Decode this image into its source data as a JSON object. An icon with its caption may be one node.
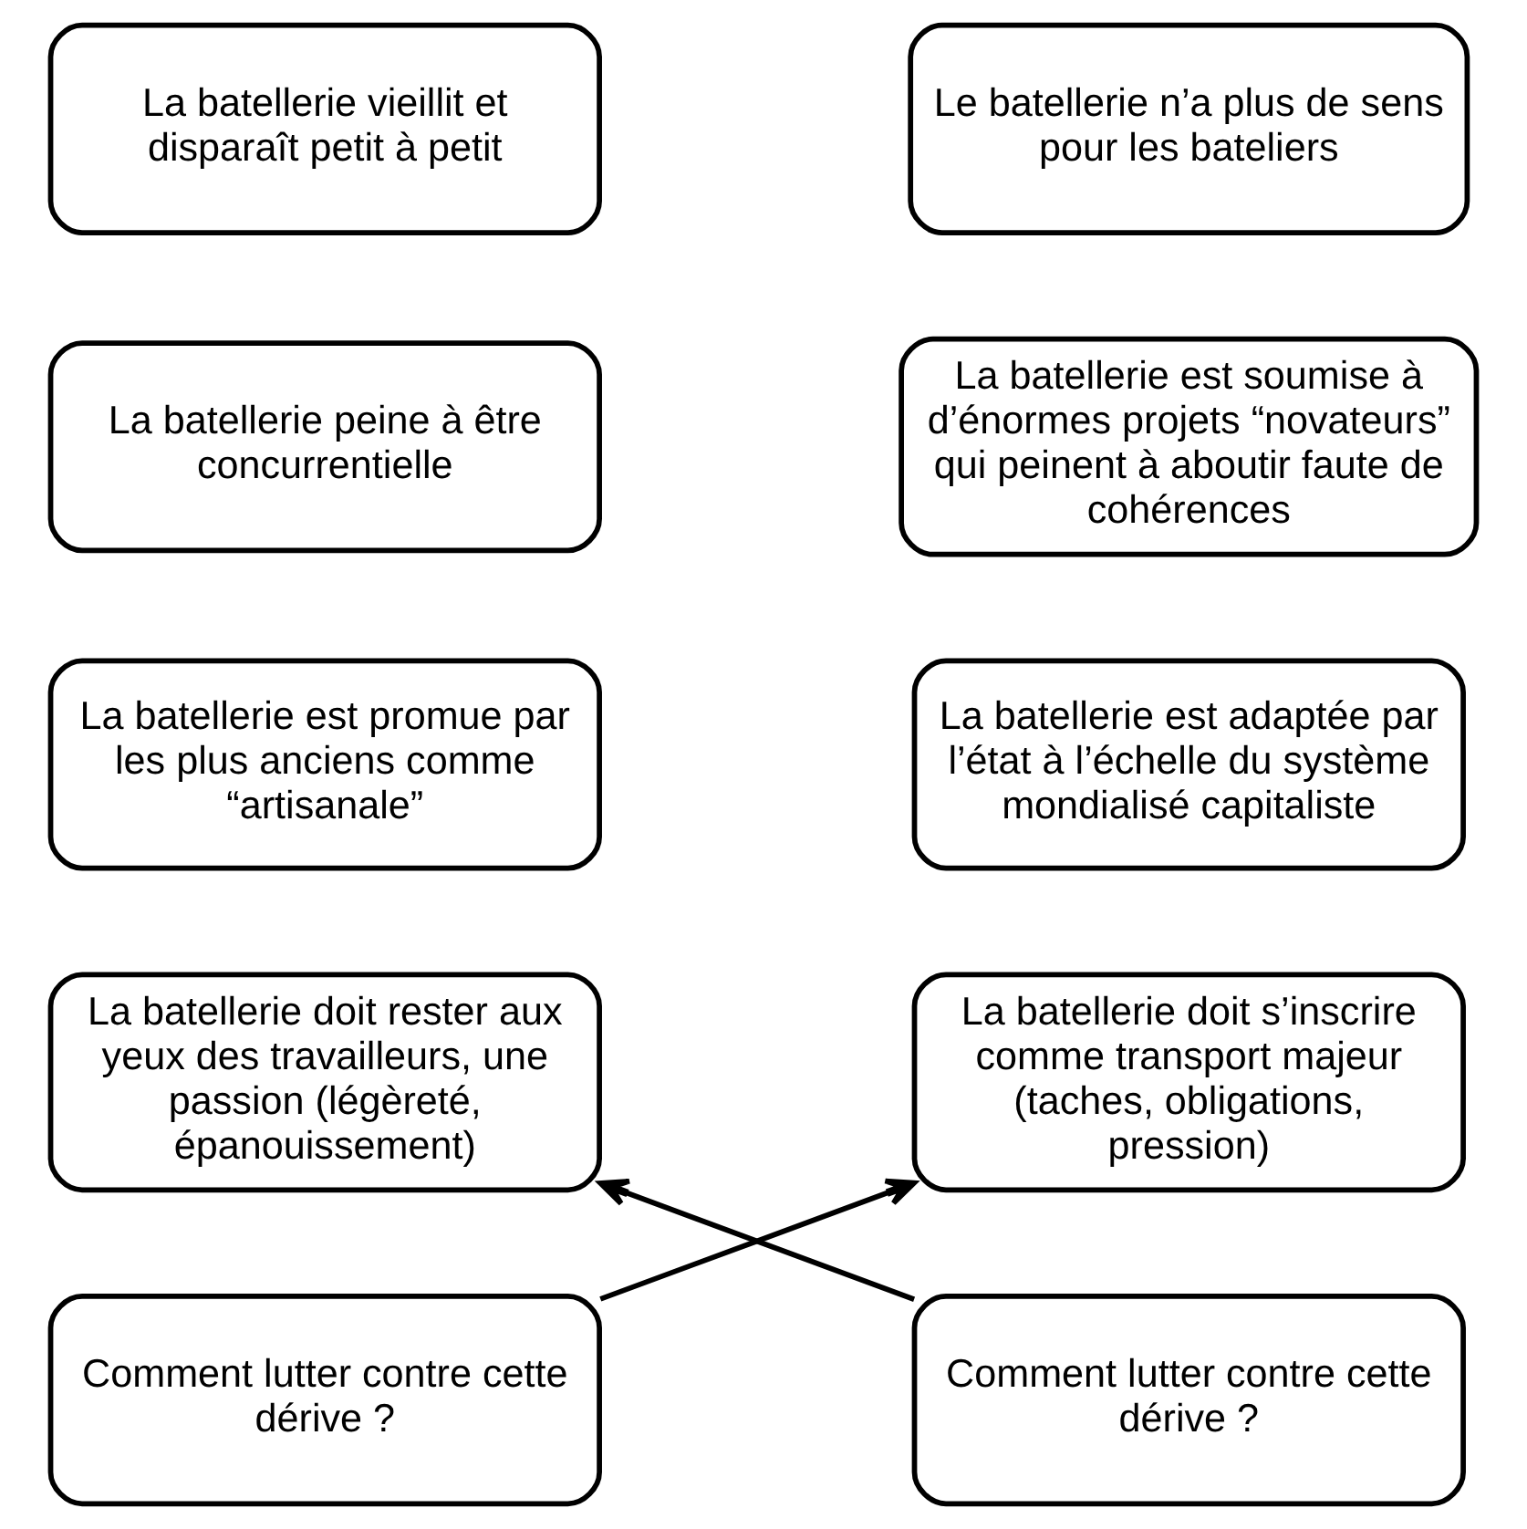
{
  "diagram": {
    "nodes": [
      {
        "text": [
          "La batellerie doit rester aux yeux des travailleurs, une passion (légèreté, épanouissement)"
        ]
      },
      {
        "text": [
          "La batellerie est promue par les plus anciens comme “artisanale”"
        ]
      },
      {
        "text": [
          "La batellerie peine à être concurrentielle"
        ]
      },
      {
        "text": [
          "La batellerie vieillit et disparaît petit à petit"
        ]
      },
      {
        "text": [
          "Comment lutter contre cette dérive ?"
        ]
      },
      {
        "text": [
          "La batellerie doit s’inscrire comme transport majeur (taches, obligations, pression)"
        ]
      },
      {
        "text": [
          "La batellerie est adaptée par l’état à l’échelle du système mondialisé capitaliste"
        ]
      },
      {
        "text": [
          "La batellerie est soumise à d’énormes projets “novateurs” qui peinent à aboutir faute de cohérences"
        ]
      },
      {
        "text": [
          "Le batellerie n’a plus de sens pour les bateliers"
        ]
      },
      {
        "text": [
          "Comment lutter contre cette dérive ?"
        ]
      }
    ],
    "edges": [
      {
        "from": 4,
        "to": 5,
        "arrow": "to"
      },
      {
        "from": 9,
        "to": 0,
        "arrow": "to"
      }
    ]
  }
}
